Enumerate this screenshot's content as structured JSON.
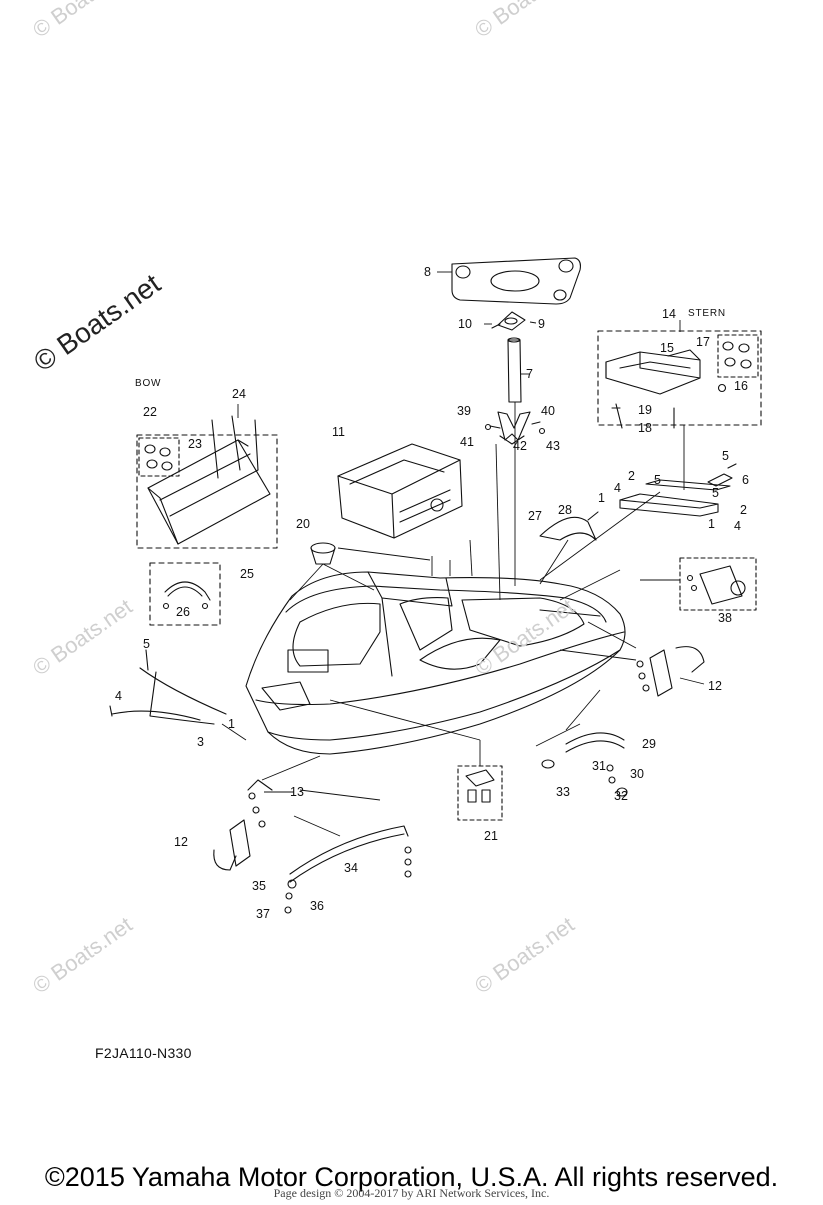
{
  "watermark": "© Boats.net",
  "watermark_faint": "© Boats.net",
  "diagram_code": "F2JA110-N330",
  "copyright": "©2015 Yamaha Motor Corporation, U.S.A. All rights reserved.",
  "page_design": "Page design © 2004-2017 by ARI Network Services, Inc.",
  "group_labels": {
    "bow": "BOW",
    "stern": "STERN"
  },
  "callouts": [
    "1",
    "2",
    "3",
    "4",
    "5",
    "6",
    "7",
    "8",
    "9",
    "10",
    "11",
    "12",
    "13",
    "14",
    "15",
    "16",
    "17",
    "18",
    "19",
    "20",
    "21",
    "22",
    "23",
    "24",
    "25",
    "26",
    "27",
    "28",
    "29",
    "30",
    "31",
    "32",
    "33",
    "34",
    "35",
    "36",
    "37",
    "38",
    "39",
    "40",
    "41",
    "42",
    "43"
  ]
}
